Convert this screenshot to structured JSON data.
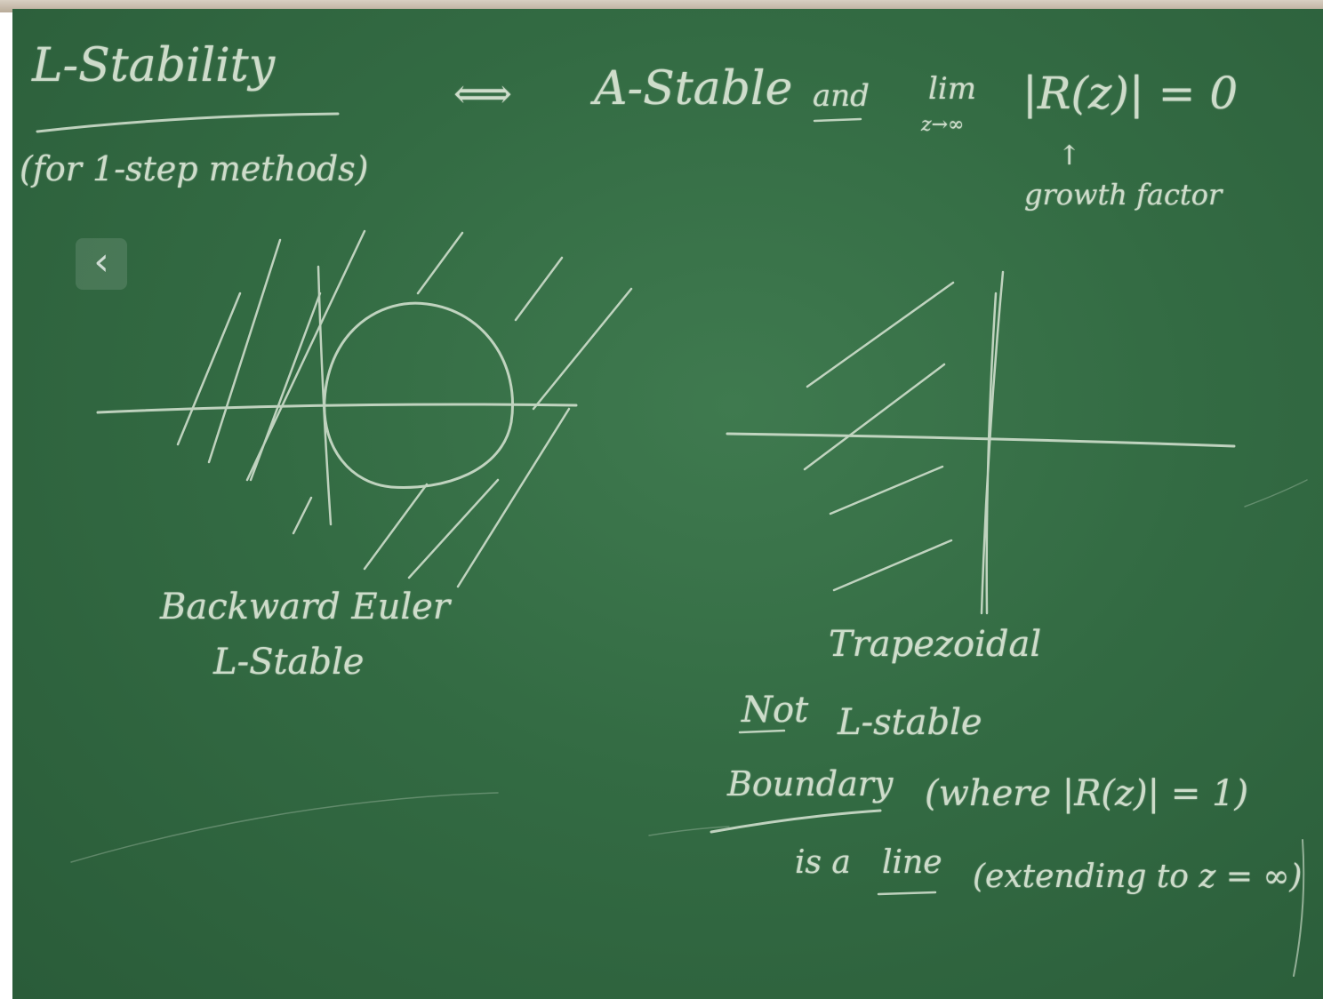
{
  "board": {
    "title": "L-Stability",
    "subtitle": "(for 1-step methods)",
    "equivalence": {
      "arrow": "⟺",
      "a_stable": "A-Stable",
      "and": "and",
      "lim": "lim",
      "lim_sub": "z→∞",
      "expr": "|R(z)| = 0"
    },
    "growth_arrow": "↑",
    "growth_label": "growth factor",
    "left_diagram": {
      "line1": "Backward Euler",
      "line2": "L-Stable"
    },
    "right_diagram": {
      "line1": "Trapezoidal",
      "not_word": "Not",
      "not_rest": "L-stable",
      "boundary_word": "Boundary",
      "boundary_rest": "(where |R(z)| = 1)",
      "line4_a": "is a",
      "line4_b": "line",
      "line4_c": "(extending to z = ∞)"
    }
  },
  "viewer": {
    "prev_icon": "‹"
  },
  "colors": {
    "board": "#336b43",
    "chalk": "#dfe9da"
  }
}
